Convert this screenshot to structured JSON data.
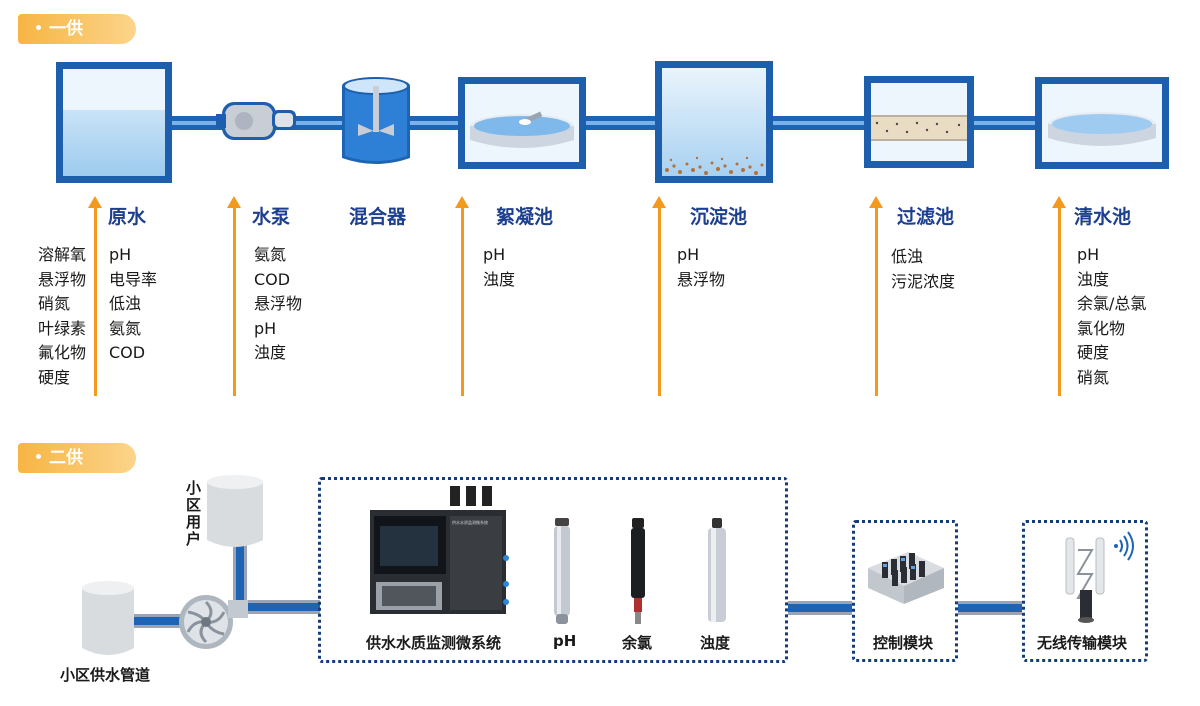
{
  "section1": {
    "title": "一供"
  },
  "section2": {
    "title": "二供"
  },
  "stages": [
    {
      "name": "原水",
      "params_left": [
        "溶解氧",
        "悬浮物",
        "硝氮",
        "叶绿素",
        "氟化物",
        "硬度"
      ],
      "params": [
        "pH",
        "电导率",
        "低浊",
        "氨氮",
        "COD"
      ]
    },
    {
      "name": "水泵",
      "params": [
        "氨氮",
        "COD",
        "悬浮物",
        "pH",
        "浊度"
      ]
    },
    {
      "name": "混合器",
      "params": []
    },
    {
      "name": "絮凝池",
      "params": [
        "pH",
        "浊度"
      ]
    },
    {
      "name": "沉淀池",
      "params": [
        "pH",
        "悬浮物"
      ]
    },
    {
      "name": "过滤池",
      "params": [
        "低浊",
        "污泥浓度"
      ]
    },
    {
      "name": "清水池",
      "params": [
        "pH",
        "浊度",
        "余氯/总氯",
        "氯化物",
        "硬度",
        "硝氮"
      ]
    }
  ],
  "secondary": {
    "user_label": "小区用户",
    "pipe_label": "小区供水管道",
    "system_label": "供水水质监测微系统",
    "sensors": [
      "pH",
      "余氯",
      "浊度"
    ],
    "control_label": "控制模块",
    "wireless_label": "无线传输模块",
    "device_screen_text": "供水水质监测微系统"
  },
  "colors": {
    "pipe": "#1d64b4",
    "arrow": "#f39a1e",
    "badge": "#f7b543",
    "label": "#1d3f8f"
  }
}
